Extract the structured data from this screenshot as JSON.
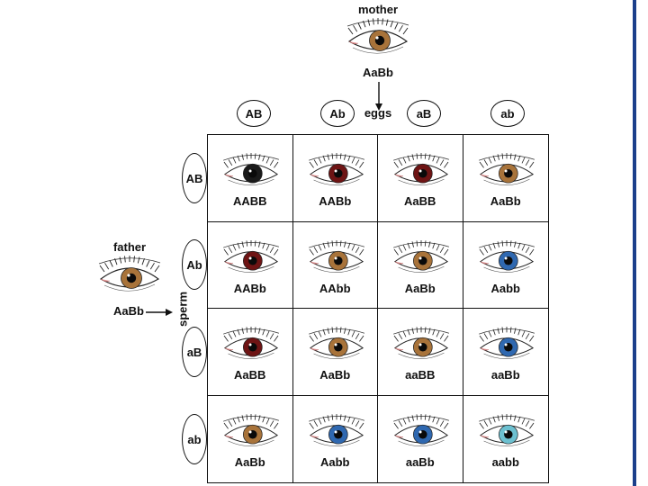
{
  "mother": {
    "label": "mother",
    "genotype": "AaBb",
    "iris": "#a8733a"
  },
  "father": {
    "label": "father",
    "genotype": "AaBb",
    "iris": "#a8733a"
  },
  "eggs_label": "eggs",
  "sperm_label": "sperm",
  "egg_alleles": [
    "AB",
    "Ab",
    "aB",
    "ab"
  ],
  "sperm_alleles": [
    "AB",
    "Ab",
    "aB",
    "ab"
  ],
  "colors": {
    "black": "#1a1a1a",
    "dark_red": "#6e1414",
    "brown": "#a8733a",
    "blue": "#2f68b0",
    "light_blue": "#6cc0d0",
    "frame_accent": "#1b3f8b"
  },
  "cells": [
    [
      {
        "genotype": "AABB",
        "iris": "#1a1a1a"
      },
      {
        "genotype": "AABb",
        "iris": "#6e1414"
      },
      {
        "genotype": "AaBB",
        "iris": "#6e1414"
      },
      {
        "genotype": "AaBb",
        "iris": "#a8733a"
      }
    ],
    [
      {
        "genotype": "AABb",
        "iris": "#6e1414"
      },
      {
        "genotype": "AAbb",
        "iris": "#a8733a"
      },
      {
        "genotype": "AaBb",
        "iris": "#a8733a"
      },
      {
        "genotype": "Aabb",
        "iris": "#2f68b0"
      }
    ],
    [
      {
        "genotype": "AaBB",
        "iris": "#6e1414"
      },
      {
        "genotype": "AaBb",
        "iris": "#a8733a"
      },
      {
        "genotype": "aaBB",
        "iris": "#a8733a"
      },
      {
        "genotype": "aaBb",
        "iris": "#2f68b0"
      }
    ],
    [
      {
        "genotype": "AaBb",
        "iris": "#a8733a"
      },
      {
        "genotype": "Aabb",
        "iris": "#2f68b0"
      },
      {
        "genotype": "aaBb",
        "iris": "#2f68b0"
      },
      {
        "genotype": "aabb",
        "iris": "#6cc0d0"
      }
    ]
  ]
}
